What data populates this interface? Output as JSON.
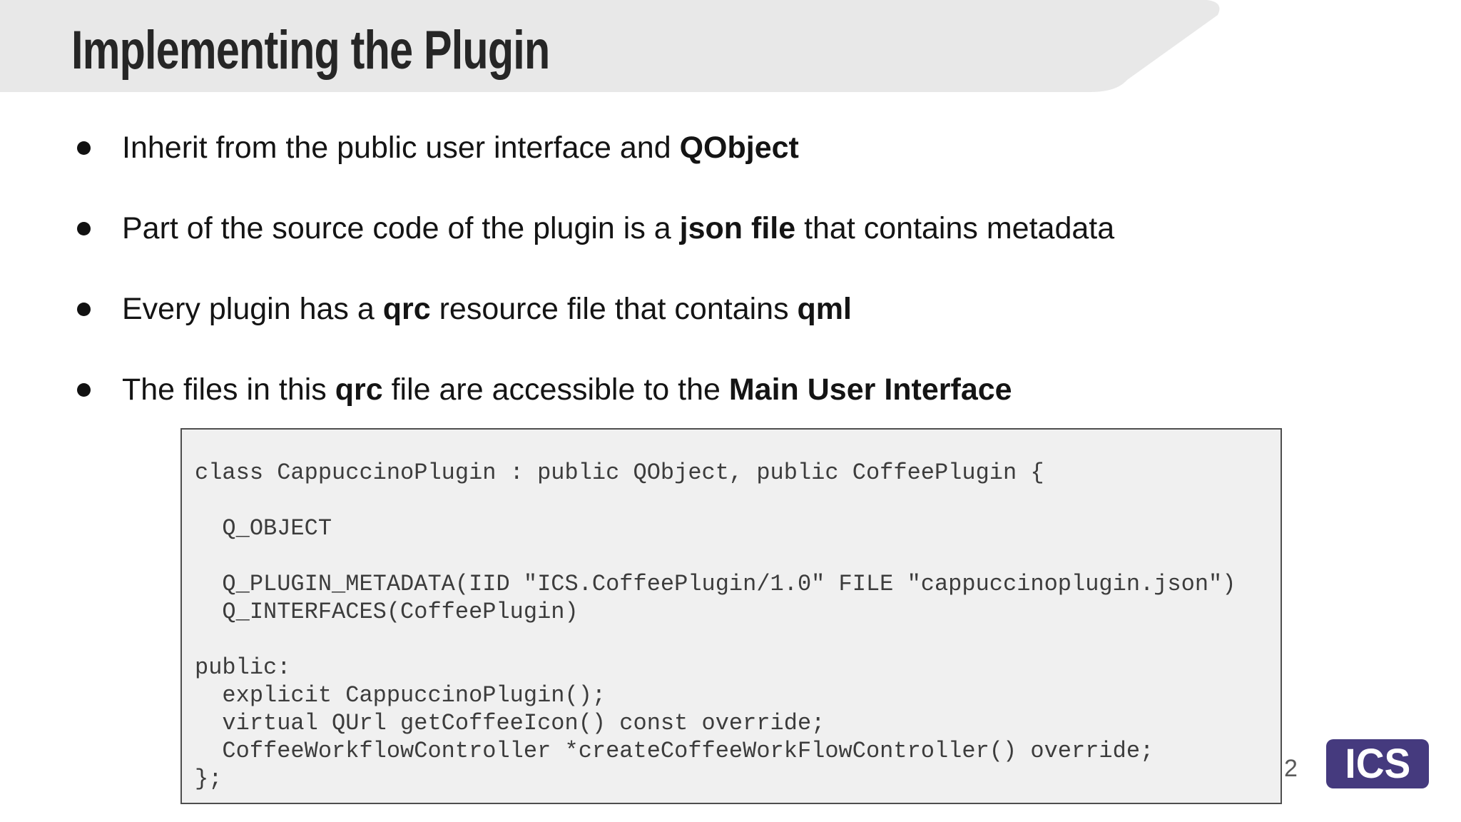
{
  "slide": {
    "title": "Implementing the Plugin",
    "page_number": "2",
    "logo_text": "ICS",
    "colors": {
      "banner": "#e8e8e8",
      "code_background": "#f0f0f0",
      "code_border": "#4e4e4e",
      "logo_background": "#453a7e",
      "page_number_gray": "#5a5a5a",
      "text": "#141414"
    }
  },
  "bullets": [
    {
      "segments": [
        {
          "text": "Inherit from the public user interface and ",
          "bold": false
        },
        {
          "text": "QObject",
          "bold": true
        }
      ]
    },
    {
      "segments": [
        {
          "text": "Part of the source code of the plugin is a ",
          "bold": false
        },
        {
          "text": "json file",
          "bold": true
        },
        {
          "text": " that contains metadata",
          "bold": false
        }
      ]
    },
    {
      "segments": [
        {
          "text": "Every plugin has a ",
          "bold": false
        },
        {
          "text": "qrc",
          "bold": true
        },
        {
          "text": " resource file that contains ",
          "bold": false
        },
        {
          "text": "qml",
          "bold": true
        }
      ]
    },
    {
      "segments": [
        {
          "text": "The files in this ",
          "bold": false
        },
        {
          "text": "qrc",
          "bold": true
        },
        {
          "text": " file are accessible to the ",
          "bold": false
        },
        {
          "text": "Main User Interface",
          "bold": true
        }
      ]
    }
  ],
  "code": {
    "lines": [
      "class CappuccinoPlugin : public QObject, public CoffeePlugin {",
      "",
      "  Q_OBJECT",
      "",
      "  Q_PLUGIN_METADATA(IID \"ICS.CoffeePlugin/1.0\" FILE \"cappuccinoplugin.json\")",
      "  Q_INTERFACES(CoffeePlugin)",
      "",
      "public:",
      "  explicit CappuccinoPlugin();",
      "  virtual QUrl getCoffeeIcon() const override;",
      "  CoffeeWorkflowController *createCoffeeWorkFlowController() override;",
      "};"
    ]
  }
}
